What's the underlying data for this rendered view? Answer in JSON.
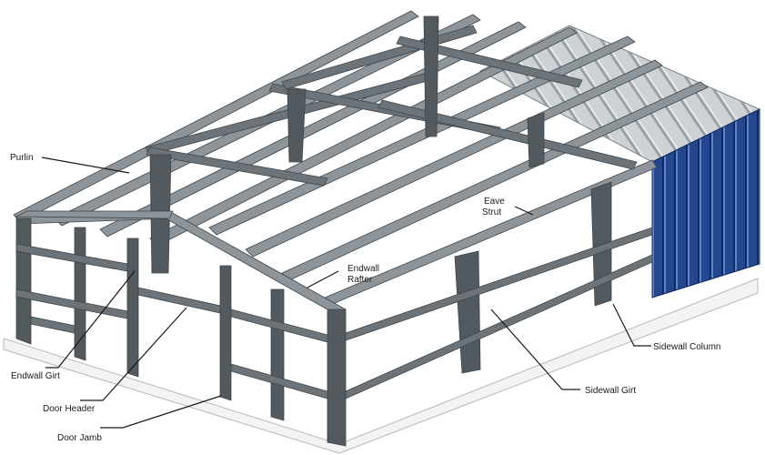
{
  "diagram": {
    "labels": {
      "purlin": "Purlin",
      "eave_strut_line1": "Eave",
      "eave_strut_line2": "Strut",
      "endwall_rafter_line1": "Endwall",
      "endwall_rafter_line2": "Rafter",
      "sidewall_column": "Sidewall Column",
      "endwall_girt": "Endwall Girt",
      "door_header": "Door Header",
      "door_jamb": "Door Jamb",
      "sidewall_girt": "Sidewall Girt"
    },
    "colors": {
      "steel_light": "#8e959a",
      "steel_mid": "#6d7479",
      "steel_dark": "#525a5f",
      "roof_sheet": "#c9ced1",
      "wall_panel": "#1f3f8a",
      "slab": "#f2f2f2"
    }
  }
}
